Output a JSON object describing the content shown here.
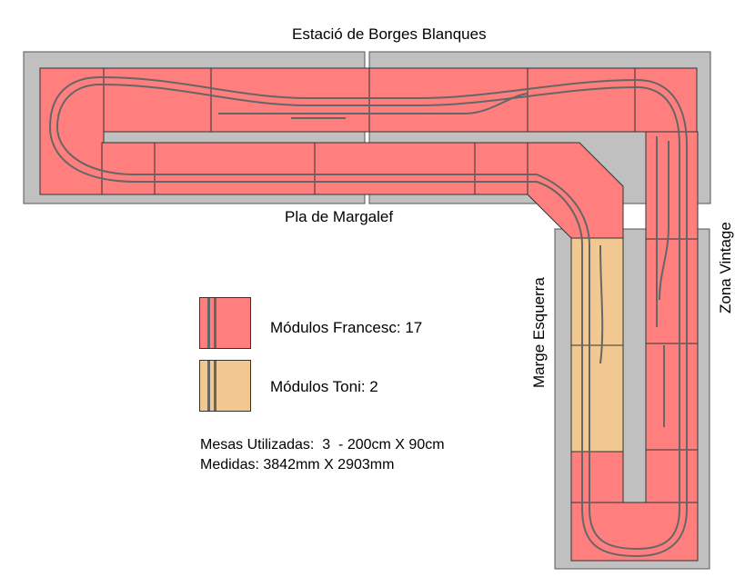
{
  "labels": {
    "station": "Estació de Borges Blanques",
    "pla": "Pla de Margalef",
    "marge": "Marge Esquerra",
    "zona": "Zona Vintage"
  },
  "legend": {
    "francesc": {
      "text": "Módulos Francesc: 17",
      "color": "#ff7f7f"
    },
    "toni": {
      "text": "Módulos Toni: 2",
      "color": "#f0c890"
    }
  },
  "info": {
    "mesas": "Mesas Utilizadas:  3  - 200cm X 90cm",
    "medidas": "Medidas: 3842mm X 2903mm"
  },
  "colors": {
    "table": "#c0c0c0",
    "module_francesc": "#ff7f7f",
    "module_toni": "#f0c890",
    "track": "#666666",
    "border": "#333333"
  }
}
